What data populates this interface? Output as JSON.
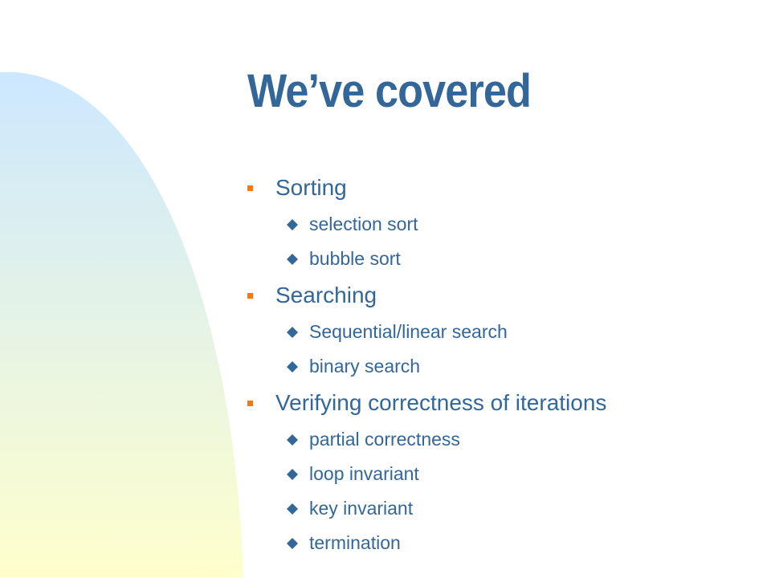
{
  "slide": {
    "title": "We’ve covered",
    "colors": {
      "title": "#336699",
      "text": "#336699",
      "bullet_primary": "#f07a17",
      "bullet_secondary": "#336699",
      "gradient_top": "#cce8ff",
      "gradient_bottom": "#ffffcc"
    },
    "items": [
      {
        "label": "Sorting",
        "subitems": [
          "selection sort",
          "bubble sort"
        ]
      },
      {
        "label": "Searching",
        "subitems": [
          "Sequential/linear search",
          "binary search"
        ]
      },
      {
        "label": "Verifying correctness of iterations",
        "subitems": [
          "partial correctness",
          "loop invariant",
          "key invariant",
          "termination"
        ]
      }
    ]
  }
}
